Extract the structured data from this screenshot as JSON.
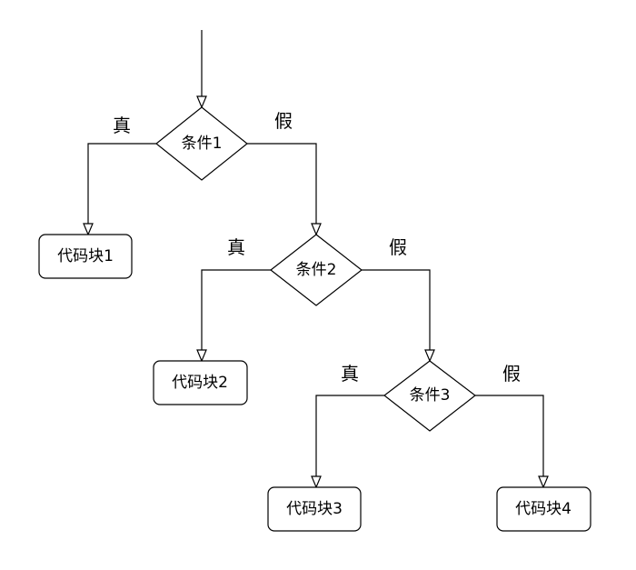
{
  "decisions": {
    "cond1": "条件1",
    "cond2": "条件2",
    "cond3": "条件3"
  },
  "blocks": {
    "block1": "代码块1",
    "block2": "代码块2",
    "block3": "代码块3",
    "block4": "代码块4"
  },
  "branches": {
    "true_label": "真",
    "false_label": "假"
  }
}
